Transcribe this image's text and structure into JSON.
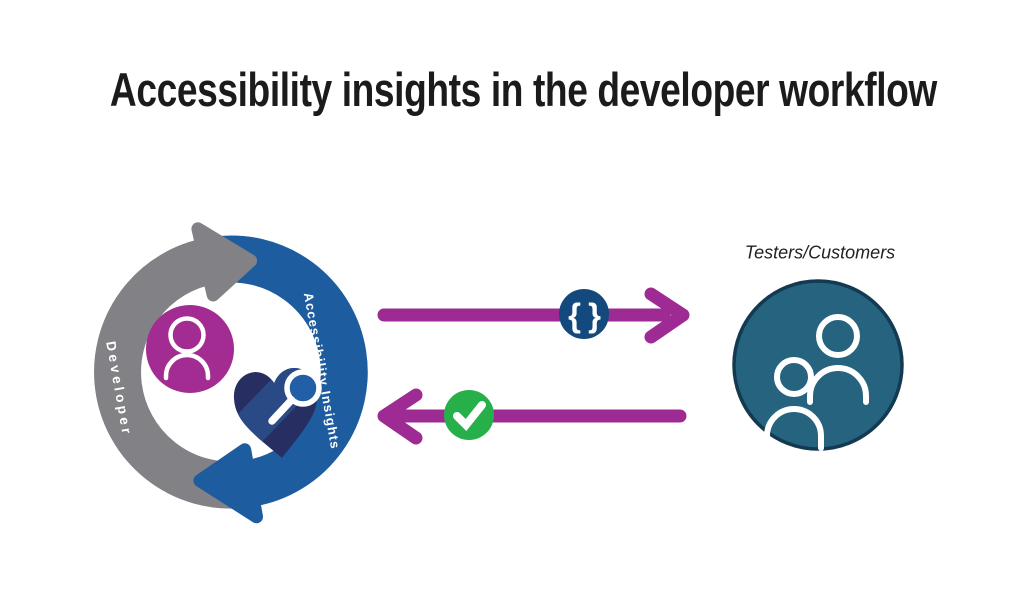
{
  "title": "Accessibility insights in the developer workflow",
  "cycle": {
    "developer_label": "Developer",
    "accessibility_insights_label": "Accessibility Insights"
  },
  "right_group": {
    "label": "Testers/Customers"
  },
  "flows": {
    "to_testers": {
      "icon": "code-braces-icon",
      "glyph": "{ }"
    },
    "to_developer": {
      "icon": "check-icon"
    }
  },
  "colors": {
    "gray": "#828286",
    "blue": "#1D5C9E",
    "purple": "#A22C92",
    "magenta": "#9E2B94",
    "navy": "#14497D",
    "green": "#27B04A",
    "teal": "#26637E",
    "teal-border": "#133A50",
    "heart-navy": "#272E61",
    "heart-facet": "#2A4A85",
    "lens-blue": "#2160A6",
    "title-color": "#1B1B1B",
    "label-color": "#222222"
  }
}
